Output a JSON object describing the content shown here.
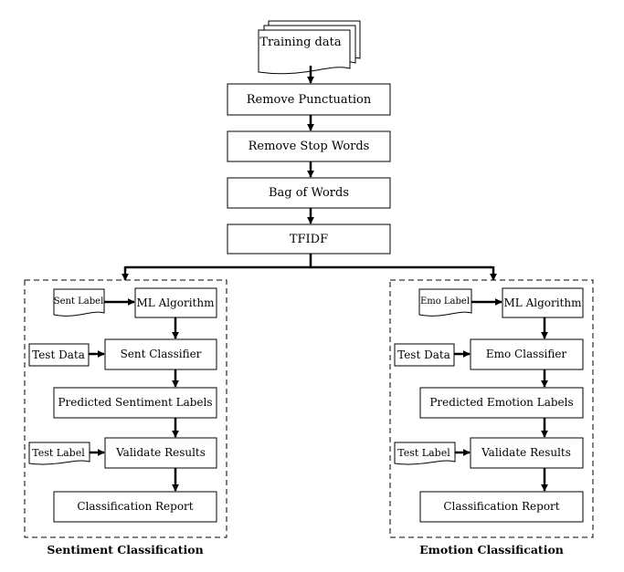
{
  "pipeline": {
    "training_data": "Training data",
    "remove_punctuation": "Remove Punctuation",
    "remove_stop_words": "Remove Stop Words",
    "bag_of_words": "Bag of Words",
    "tfidf": "TFIDF"
  },
  "sentiment": {
    "label_input": "Sent Label",
    "ml_algorithm": "ML Algorithm",
    "test_data": "Test Data",
    "classifier": "Sent Classifier",
    "predicted": "Predicted Sentiment Labels",
    "test_label": "Test Label",
    "validate": "Validate Results",
    "report": "Classification Report",
    "caption": "Sentiment Classification"
  },
  "emotion": {
    "label_input": "Emo Label",
    "ml_algorithm": "ML Algorithm",
    "test_data": "Test Data",
    "classifier": "Emo Classifier",
    "predicted": "Predicted Emotion Labels",
    "test_label": "Test Label",
    "validate": "Validate Results",
    "report": "Classification Report",
    "caption": "Emotion Classification"
  }
}
